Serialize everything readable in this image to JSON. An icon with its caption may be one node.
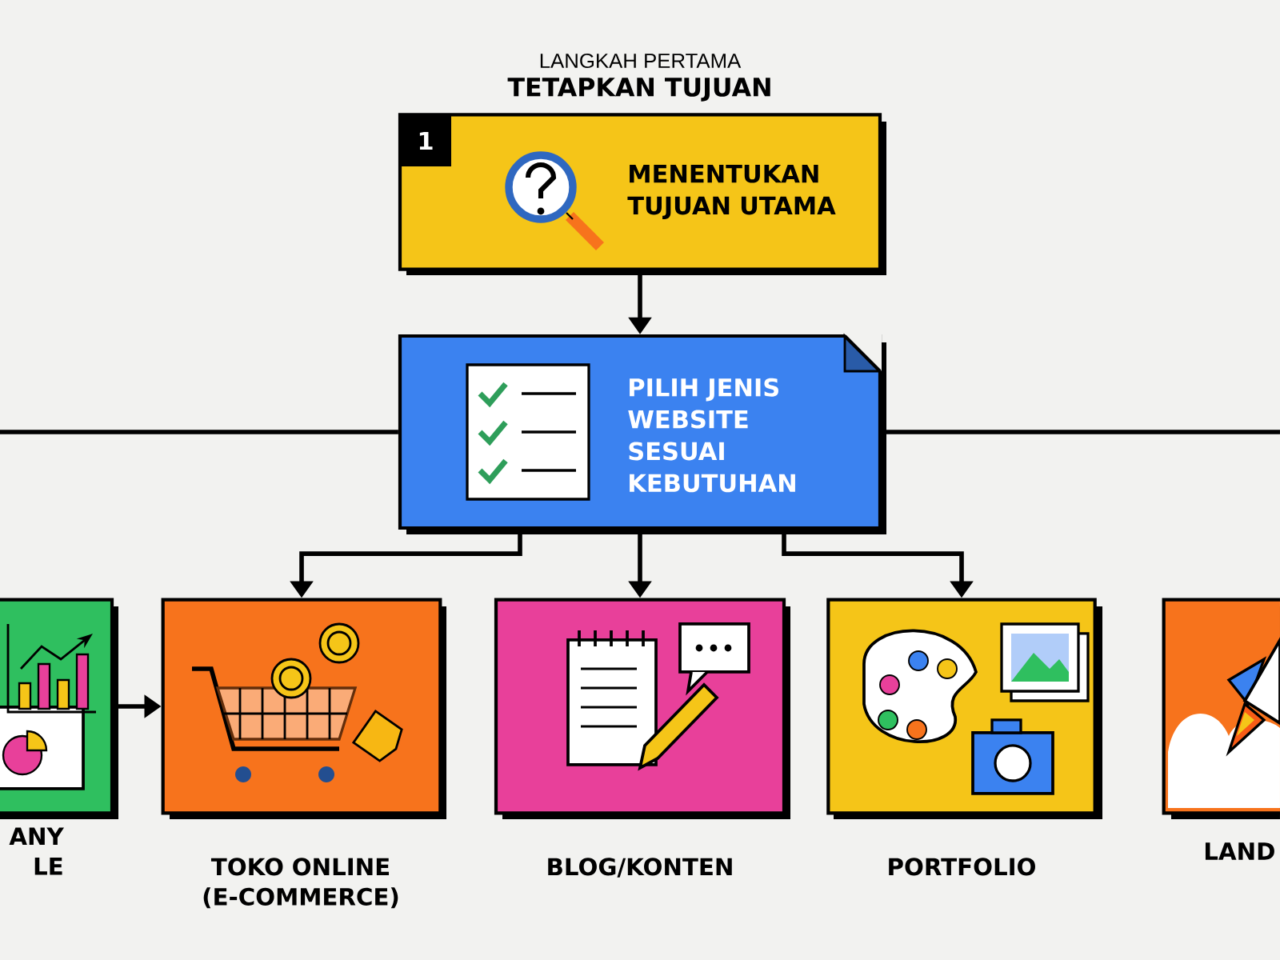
{
  "diagram": {
    "nodes": [
      {
        "text": [
          "LANGKAH PERTAMA",
          "TETAPKAN TUJUAN",
          "1",
          "MENENTUKAN TUJUAN UTAMA"
        ]
      },
      {
        "text": [
          "PILIH JENIS WEBSITE SESUAI KEBUTUHAN"
        ]
      },
      {
        "text": [
          "ANY LE"
        ]
      },
      {
        "text": [
          "TOKO ONLINE (E-COMMERCE)"
        ]
      },
      {
        "text": [
          "BLOG/KONTEN"
        ]
      },
      {
        "text": [
          "PORTFOLIO"
        ]
      },
      {
        "text": [
          "LAND"
        ]
      }
    ],
    "edges": [
      {
        "from": 0,
        "to": 1,
        "arrow": "to"
      },
      {
        "from": 1,
        "to": null,
        "arrow": "none"
      },
      {
        "from": 1,
        "to": null,
        "arrow": "none"
      },
      {
        "from": 1,
        "to": 3,
        "arrow": "to"
      },
      {
        "from": 1,
        "to": 4,
        "arrow": "to"
      },
      {
        "from": 1,
        "to": 5,
        "arrow": "to"
      },
      {
        "from": 2,
        "to": 3,
        "arrow": "to"
      }
    ]
  }
}
